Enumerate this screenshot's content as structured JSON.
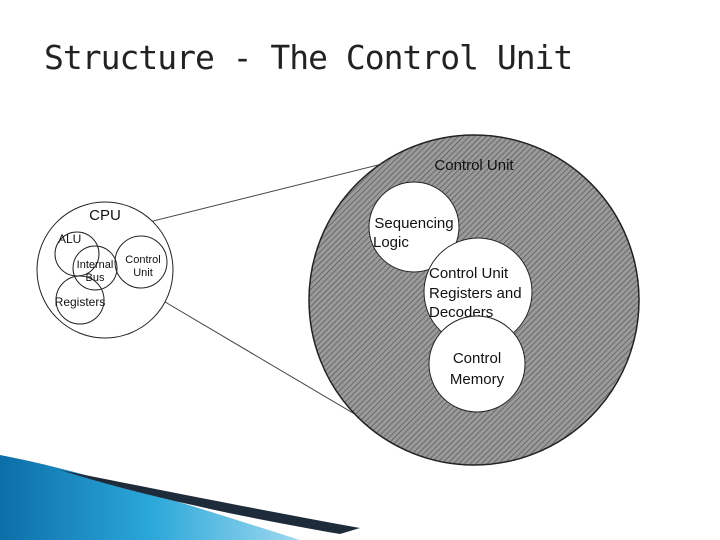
{
  "slide": {
    "title": "Structure - The Control Unit"
  },
  "diagram": {
    "cpu": {
      "label": "CPU",
      "alu_label": "ALU",
      "bus_label_line1": "Internal",
      "bus_label_line2": "Bus",
      "registers_label": "Registers",
      "control_unit_line1": "Control",
      "control_unit_line2": "Unit"
    },
    "control_unit": {
      "label": "Control Unit",
      "sequencing_line1": "Sequencing",
      "sequencing_line2": "Logic",
      "registers_line1": "Control Unit",
      "registers_line2": "Registers and",
      "registers_line3": "Decoders",
      "memory_line1": "Control",
      "memory_line2": "Memory"
    }
  }
}
